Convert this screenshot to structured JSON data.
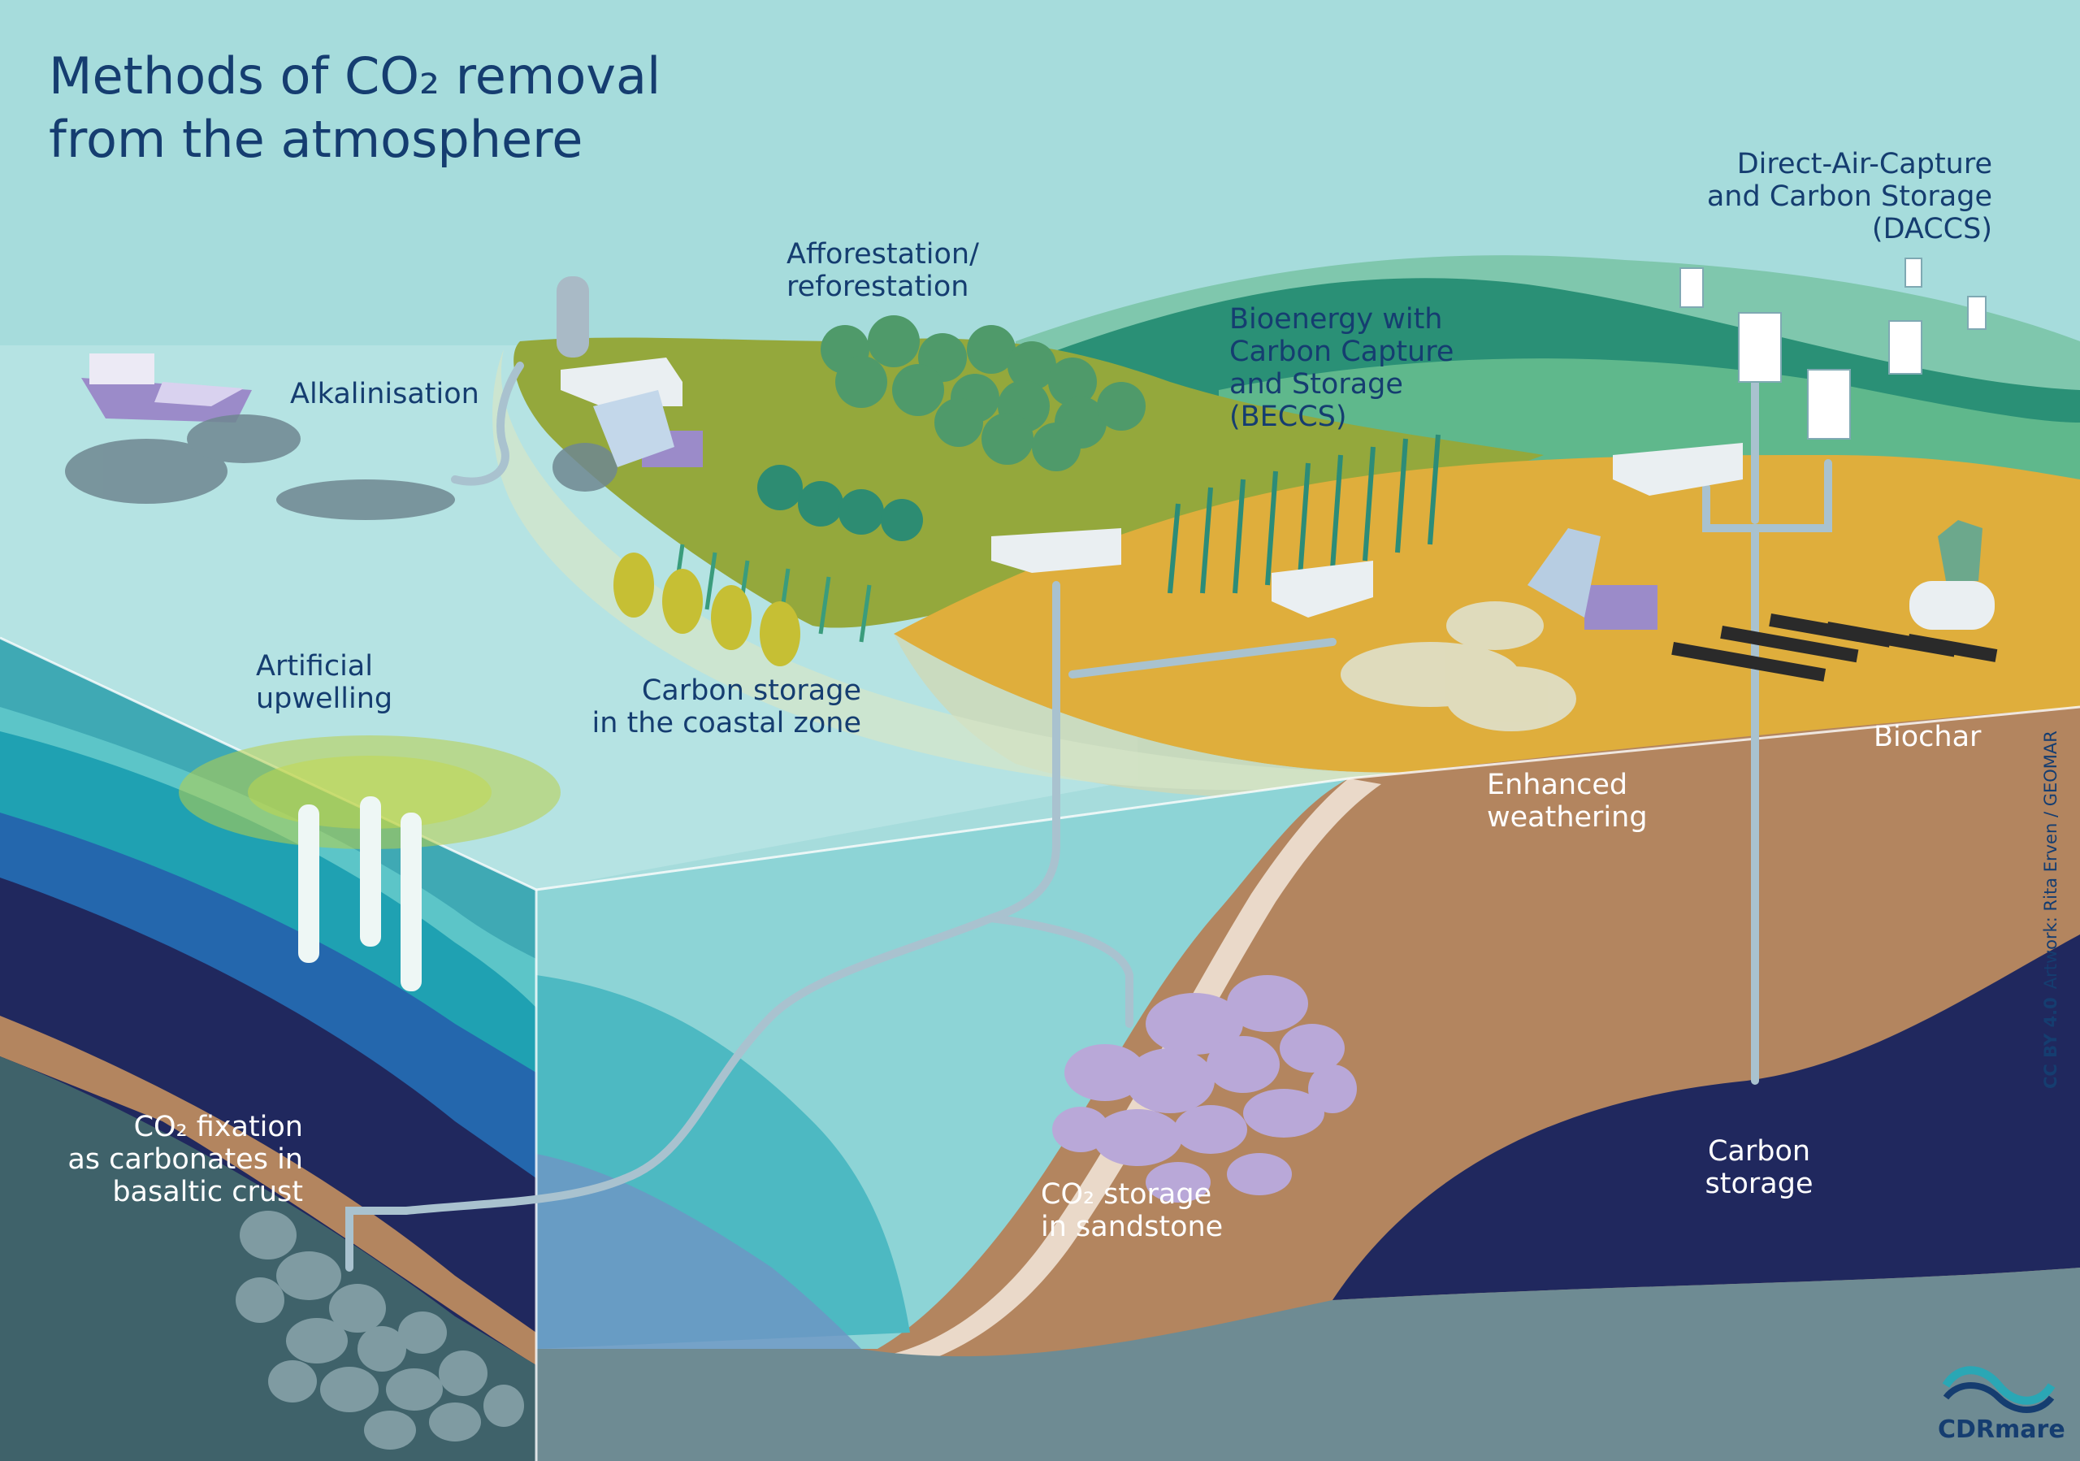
{
  "title": {
    "line1": "Methods of CO₂ removal",
    "line2": "from the atmosphere"
  },
  "labels": {
    "alkalinisation": "Alkalinisation",
    "afforestation": "Afforestation/\nreforestation",
    "beccs": "Bioenergy with\nCarbon Capture\nand Storage\n(BECCS)",
    "daccs": "Direct-Air-Capture\nand Carbon Storage\n(DACCS)",
    "artificial_upwelling": "Artificial\nupwelling",
    "coastal_storage": "Carbon storage\nin the coastal zone",
    "enhanced_weathering": "Enhanced\nweathering",
    "biochar": "Biochar",
    "basalt_fixation": "CO₂ fixation\nas carbonates in\nbasaltic crust",
    "sandstone_storage": "CO₂ storage\nin sandstone",
    "carbon_storage": "Carbon\nstorage"
  },
  "credit": {
    "license": "CC BY 4.0",
    "artwork": "Artwork: Rita Erven / GEOMAR"
  },
  "logo": {
    "text": "CDRmare"
  },
  "colors": {
    "sky": "#a6dcdc",
    "sea_surface": "#b5e3e3",
    "land_green": "#94a83c",
    "land_sand": "#dfae3c",
    "hill_dark": "#2a9076",
    "soil": "#b3855f",
    "deep_navy": "#20285e",
    "bedrock": "#6e8b93",
    "text_navy": "#153d70",
    "factory": "#eaeff2",
    "truck": "#9b8bc9",
    "sandstone": "#b9a8d8"
  }
}
